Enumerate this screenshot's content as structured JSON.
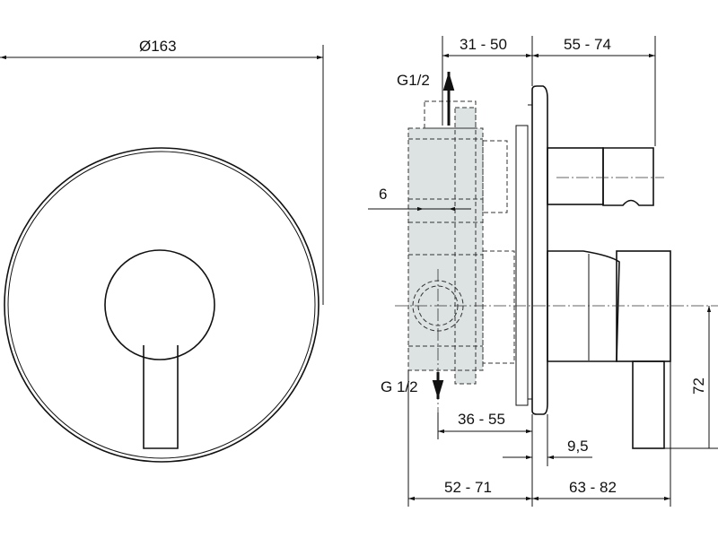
{
  "dimensions": {
    "diameter": "Ø163",
    "top_left": "31 - 50",
    "top_right": "55 - 74",
    "inlet_top": "G1/2",
    "offset": "6",
    "outlet_bottom": "G 1/2",
    "depth_mid": "36 - 55",
    "plate": "9,5",
    "bottom_left": "52 - 71",
    "bottom_right": "63 - 82",
    "height": "72"
  },
  "colors": {
    "body_fill": "#dde3e3",
    "line": "#111111"
  }
}
